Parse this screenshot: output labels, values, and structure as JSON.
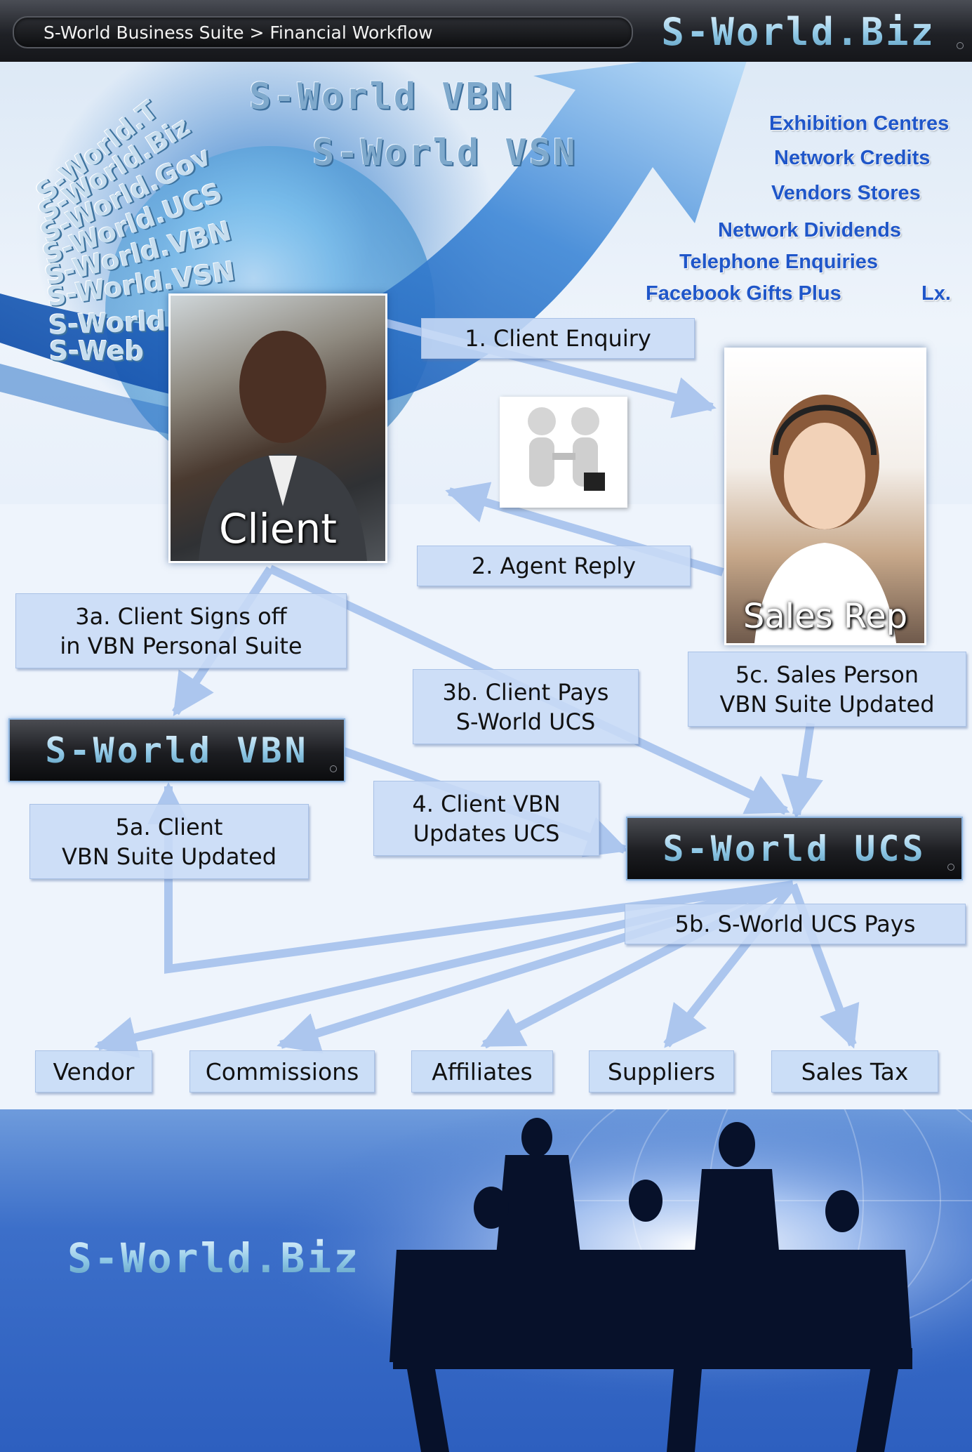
{
  "header": {
    "breadcrumb": "S-World Business Suite > Financial Workflow",
    "brand": "S-World.Biz"
  },
  "hero": {
    "products": [
      "S-World VBN",
      "S-World VSN"
    ],
    "domains": [
      "S-World.T",
      "S-World.Biz",
      "S-World.Gov",
      "S-World.UCS",
      "S-World.VBN",
      "S-World.VSN",
      "S-World Stores",
      "S-Web"
    ],
    "services": [
      "Exhibition Centres",
      "Network Credits",
      "Vendors Stores",
      "Network Dividends",
      "Telephone Enquiries",
      "Facebook Gifts Plus",
      "Lx."
    ]
  },
  "people": {
    "client_label": "Client",
    "sales_label": "Sales Rep"
  },
  "steps": {
    "s1": "1. Client Enquiry",
    "s2": "2. Agent Reply",
    "s3a_l1": "3a. Client Signs off",
    "s3a_l2": "in VBN Personal Suite",
    "s3b_l1": "3b. Client Pays",
    "s3b_l2": "S-World UCS",
    "s4_l1": "4. Client VBN",
    "s4_l2": "Updates UCS",
    "s5a_l1": "5a. Client",
    "s5a_l2": "VBN Suite Updated",
    "s5b": "5b. S-World UCS Pays",
    "s5c_l1": "5c. Sales Person",
    "s5c_l2": "VBN Suite Updated"
  },
  "systems": {
    "vbn": "S-World VBN",
    "ucs": "S-World UCS"
  },
  "payees": [
    "Vendor",
    "Commissions",
    "Affiliates",
    "Suppliers",
    "Sales Tax"
  ],
  "footer": {
    "brand": "S-World.Biz"
  },
  "colors": {
    "accent": "#1f56c9",
    "step_box": "#c8dbf6",
    "arrow": "#a9c4ee",
    "topbar": "#1f2126"
  }
}
